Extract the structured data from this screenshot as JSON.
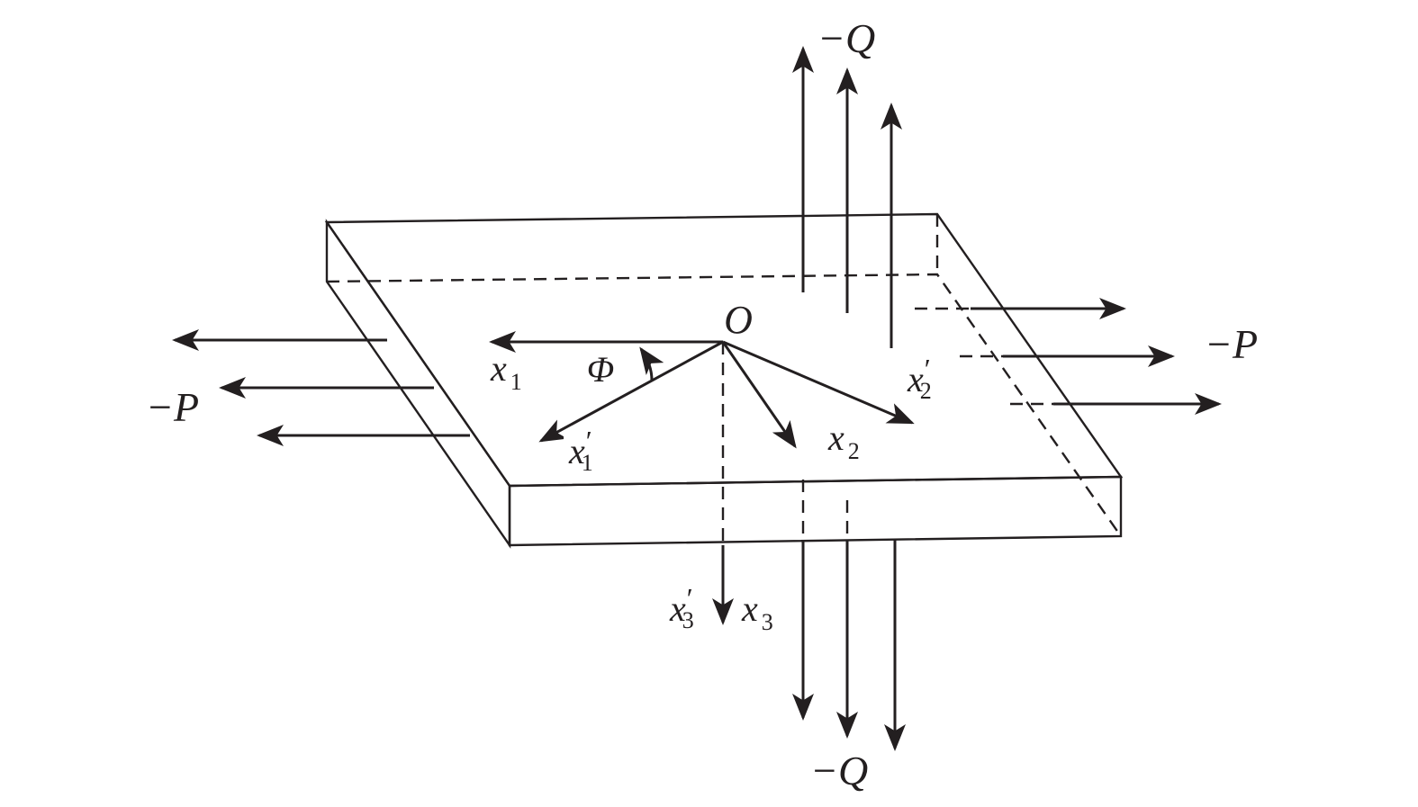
{
  "figure": {
    "origin_label": "O",
    "angle_label": "Φ",
    "axes": {
      "x1": {
        "base": "x",
        "sub": "1",
        "prime": ""
      },
      "x1_prime": {
        "base": "x",
        "sub": "1",
        "prime": "′"
      },
      "x2": {
        "base": "x",
        "sub": "2",
        "prime": ""
      },
      "x2_prime": {
        "base": "x",
        "sub": "2",
        "prime": "′"
      },
      "x3": {
        "base": "x",
        "sub": "3",
        "prime": ""
      },
      "x3_prime": {
        "base": "x",
        "sub": "3",
        "prime": "′"
      }
    },
    "forces": {
      "q_top": "−Q",
      "q_bottom": "−Q",
      "p_left": "−P",
      "p_right": "−P"
    },
    "colors": {
      "ink": "#231f20",
      "hatch": "#8a8a8a",
      "background": "#ffffff"
    }
  }
}
